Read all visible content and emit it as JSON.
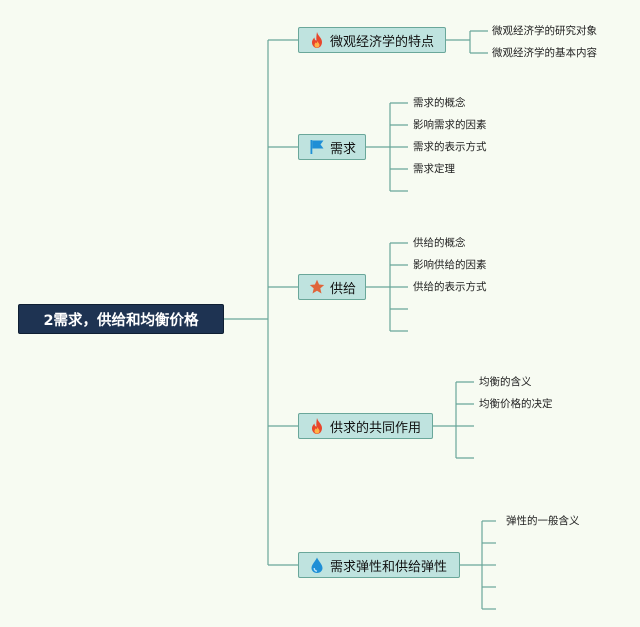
{
  "root": {
    "label": "2需求，供给和均衡价格"
  },
  "branches": [
    {
      "label": "微观经济学的特点",
      "icon": "fire-icon",
      "icon_color": "#e8462b",
      "children": [
        "微观经济学的研究对象",
        "微观经济学的基本内容"
      ]
    },
    {
      "label": "需求",
      "icon": "flag-icon",
      "icon_color": "#1f8fd6",
      "children": [
        "需求的概念",
        "影响需求的因素",
        "需求的表示方式",
        "需求定理",
        ""
      ]
    },
    {
      "label": "供给",
      "icon": "star-icon",
      "icon_color": "#e0653a",
      "children": [
        "供给的概念",
        "影响供给的因素",
        "供给的表示方式",
        "",
        ""
      ]
    },
    {
      "label": "供求的共同作用",
      "icon": "fire-icon",
      "icon_color": "#e8462b",
      "children": [
        "均衡的含义",
        "均衡价格的决定",
        "",
        ""
      ]
    },
    {
      "label": "需求弹性和供给弹性",
      "icon": "water-drop-icon",
      "icon_color": "#1f8fd6",
      "children": [
        "弹性的一般含义",
        "",
        "",
        "",
        ""
      ]
    }
  ]
}
